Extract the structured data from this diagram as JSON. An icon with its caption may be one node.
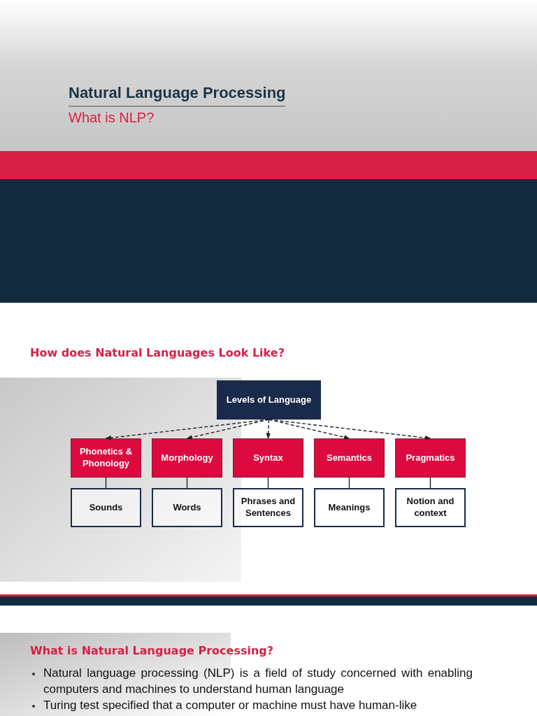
{
  "diagram": {
    "title": "Natural Language Processing",
    "nodes": [
      {
        "text": [
          "Levels of Language"
        ]
      },
      {
        "text": [
          "Phonetics & Phonology"
        ]
      },
      {
        "text": [
          "Morphology"
        ]
      },
      {
        "text": [
          "Syntax"
        ]
      },
      {
        "text": [
          "Semantics"
        ]
      },
      {
        "text": [
          "Pragmatics"
        ]
      },
      {
        "text": [
          "Sounds"
        ]
      },
      {
        "text": [
          "Words"
        ]
      },
      {
        "text": [
          "Phrases and Sentences"
        ]
      },
      {
        "text": [
          "Meanings"
        ]
      },
      {
        "text": [
          "Notion and context"
        ]
      }
    ],
    "edges": [
      {
        "from": 0,
        "to": 1,
        "arrow": "to",
        "style": "dashed"
      },
      {
        "from": 0,
        "to": 2,
        "arrow": "to",
        "style": "dashed"
      },
      {
        "from": 0,
        "to": 3,
        "arrow": "to",
        "style": "dashed"
      },
      {
        "from": 0,
        "to": 4,
        "arrow": "to",
        "style": "dashed"
      },
      {
        "from": 0,
        "to": 5,
        "arrow": "to",
        "style": "dashed"
      },
      {
        "from": 1,
        "to": 6,
        "arrow": "none"
      },
      {
        "from": 2,
        "to": 7,
        "arrow": "none"
      },
      {
        "from": 3,
        "to": 8,
        "arrow": "none"
      },
      {
        "from": 4,
        "to": 9,
        "arrow": "none"
      },
      {
        "from": 5,
        "to": 10,
        "arrow": "none"
      }
    ],
    "labels": [
      "What is NLP?",
      "How does Natural Languages Look Like?",
      "What is Natural Language Processing?",
      "Natural language processing (NLP) is a field of study concerned with enabling computers and machines to understand human language",
      "Turing test specified that a computer or machine must have human-like"
    ]
  }
}
